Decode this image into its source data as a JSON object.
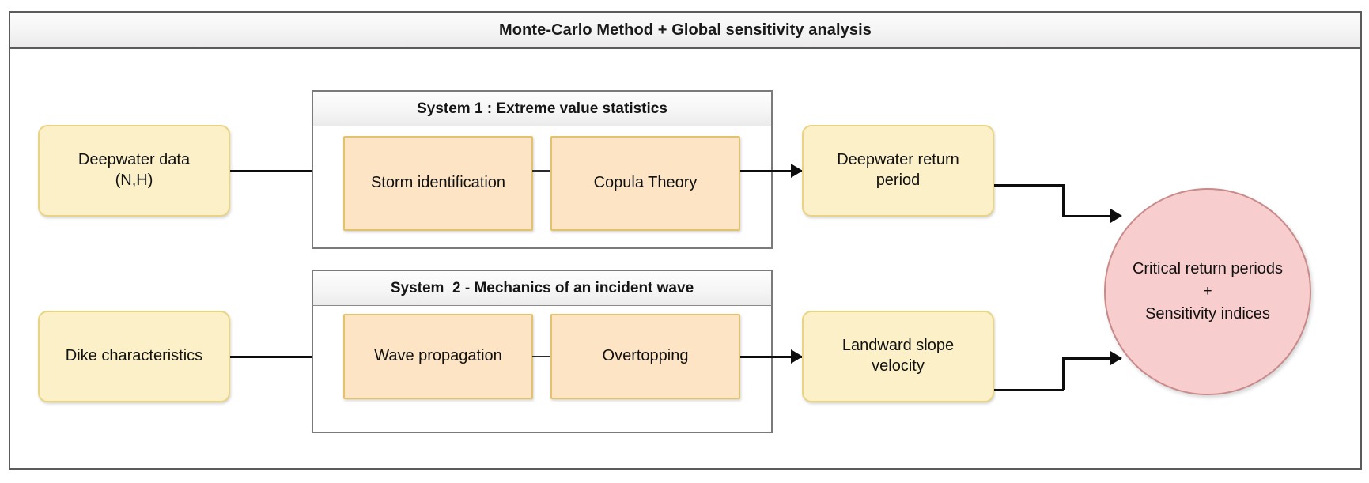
{
  "diagram": {
    "title": "Monte-Carlo Method + Global sensitivity analysis",
    "inputs": [
      {
        "id": "deepwater-data",
        "label": "Deepwater data\n(N,H)"
      },
      {
        "id": "dike-characteristics",
        "label": "Dike characteristics"
      }
    ],
    "systems": [
      {
        "id": "system-1",
        "header": "System 1 : Extreme value statistics",
        "steps": [
          {
            "id": "storm-identification",
            "label": "Storm identification"
          },
          {
            "id": "copula-theory",
            "label": "Copula Theory"
          }
        ]
      },
      {
        "id": "system-2",
        "header": "System  2 - Mechanics of an incident wave",
        "steps": [
          {
            "id": "wave-propagation",
            "label": "Wave propagation"
          },
          {
            "id": "overtopping",
            "label": "Overtopping"
          }
        ]
      }
    ],
    "outputs": [
      {
        "id": "deepwater-return-period",
        "label": "Deepwater return\nperiod"
      },
      {
        "id": "landward-slope-velocity",
        "label": "Landward slope\nvelocity"
      }
    ],
    "result": {
      "id": "critical-return-periods",
      "line1": "Critical return periods",
      "plus": "+",
      "line2": "Sensitivity indices"
    },
    "colors": {
      "frame_border": "#5b5b5b",
      "title_bar": "#f4f4f4",
      "input_fill": "#fcf0c8",
      "input_border": "#e8d483",
      "step_fill": "#fde4c4",
      "step_border": "#e3c26d",
      "result_fill": "#f7cdcd",
      "result_border": "#c98a8a",
      "connector": "#0d0d0d"
    }
  }
}
